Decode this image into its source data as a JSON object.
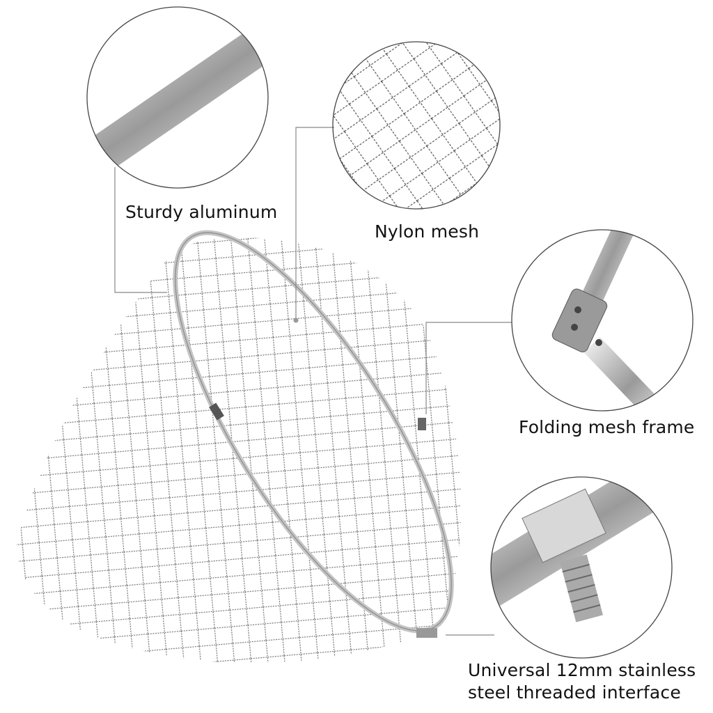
{
  "callouts": {
    "aluminum": "Sturdy aluminum",
    "mesh": "Nylon mesh",
    "frame": "Folding mesh frame",
    "interface_line1": "Universal 12mm stainless",
    "interface_line2": "steel threaded interface"
  },
  "colors": {
    "line": "#777777",
    "circle": "#444444",
    "metal": "#c8c8c8",
    "mesh": "#6a6a6a"
  }
}
